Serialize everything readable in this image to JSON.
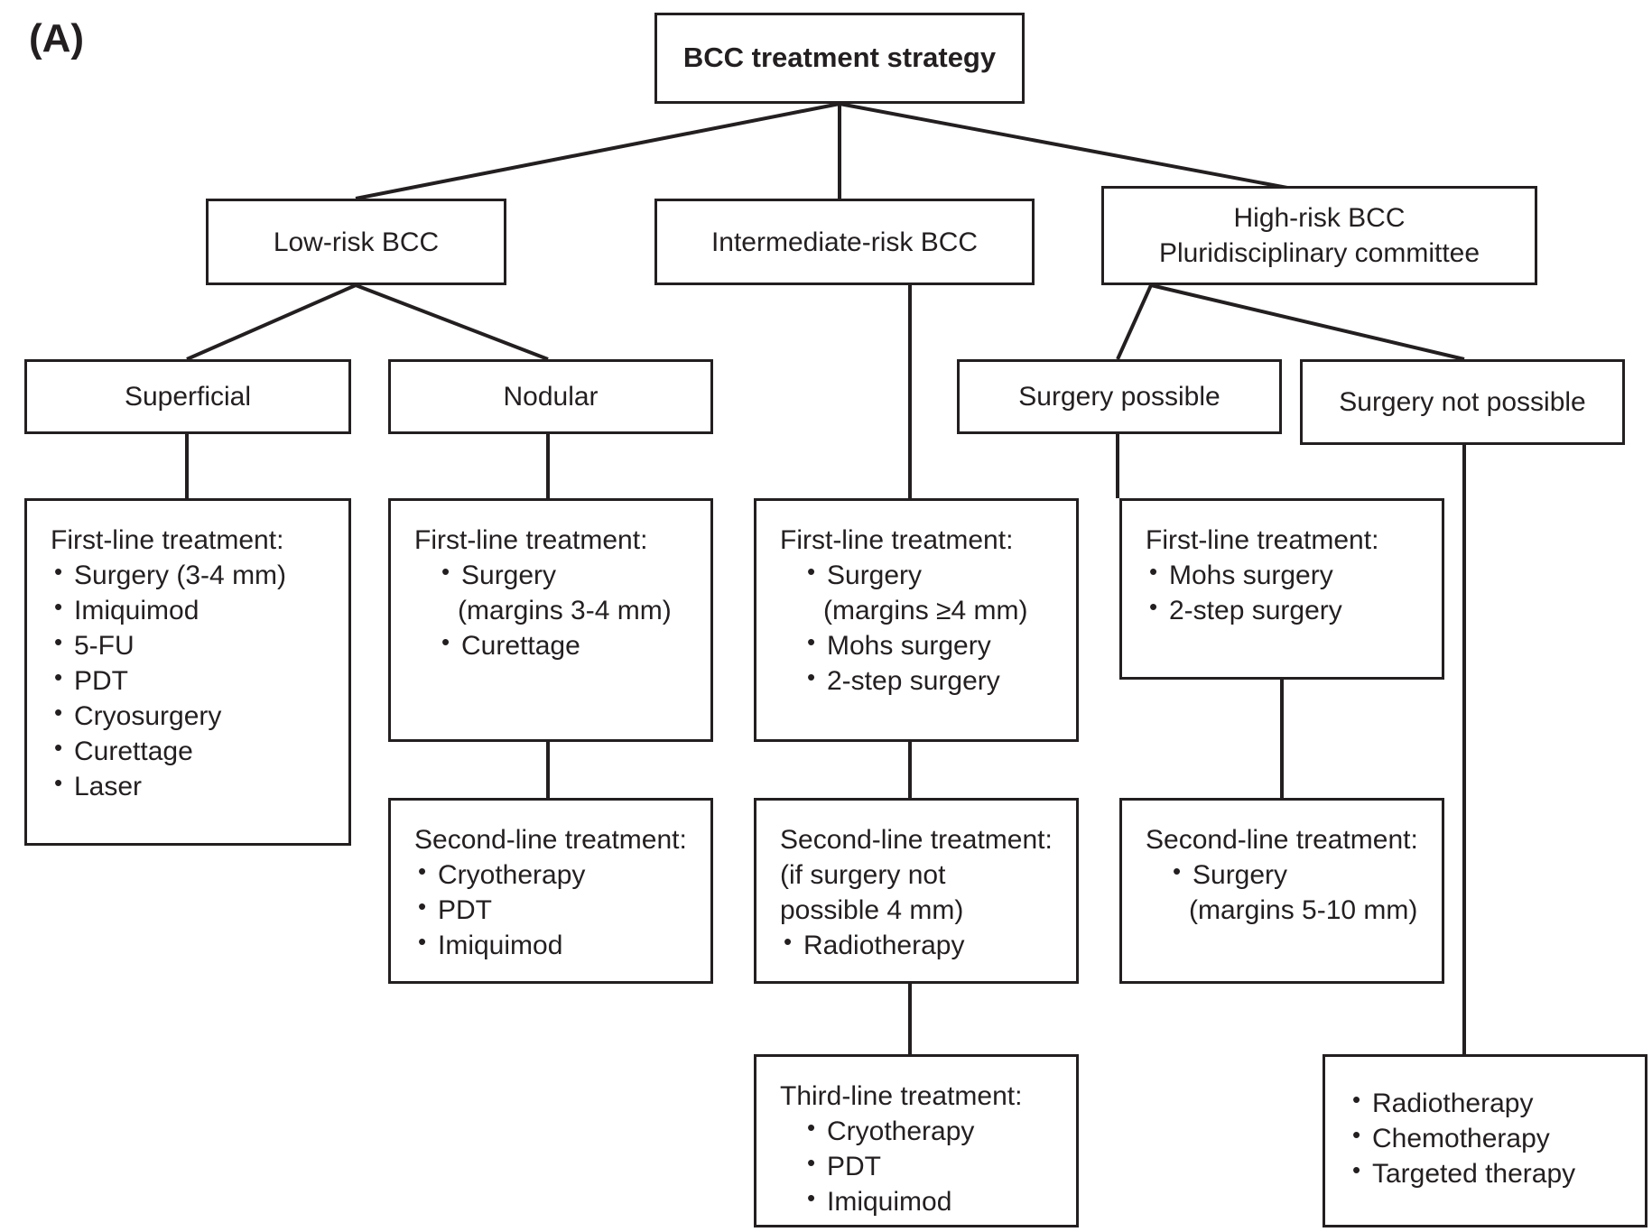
{
  "figure": {
    "panel_label": "(A)",
    "stroke_color": "#231f20",
    "background_color": "#ffffff"
  },
  "nodes": {
    "root": {
      "title": "BCC treatment strategy"
    },
    "low_risk": {
      "title": "Low-risk BCC"
    },
    "intermediate_risk": {
      "title": "Intermediate-risk BCC"
    },
    "high_risk": {
      "line1": "High-risk BCC",
      "line2": "Pluridisciplinary committee"
    },
    "superficial": {
      "title": "Superficial"
    },
    "nodular": {
      "title": "Nodular"
    },
    "surgery_possible": {
      "title": "Surgery possible"
    },
    "surgery_not_possible": {
      "title": "Surgery not possible"
    },
    "superficial_first_line": {
      "header": "First-line treatment:",
      "items": [
        "Surgery (3-4 mm)",
        "Imiquimod",
        "5-FU",
        "PDT",
        "Cryosurgery",
        "Curettage",
        "Laser"
      ]
    },
    "nodular_first_line": {
      "header": "First-line treatment:",
      "items": [
        "Surgery",
        "(margins 3-4 mm)",
        "Curettage"
      ],
      "continuation_flags": [
        false,
        true,
        false
      ]
    },
    "nodular_second_line": {
      "header": "Second-line treatment:",
      "items": [
        "Cryotherapy",
        "PDT",
        "Imiquimod"
      ]
    },
    "intermediate_first_line": {
      "header": "First-line treatment:",
      "items": [
        "Surgery",
        "(margins ≥4 mm)",
        "Mohs surgery",
        "2-step surgery"
      ],
      "continuation_flags": [
        false,
        true,
        false,
        false
      ]
    },
    "intermediate_second_line": {
      "header_line1": "Second-line treatment:",
      "header_line2": "(if surgery not",
      "header_line3": "possible 4 mm)",
      "items": [
        "Radiotherapy"
      ]
    },
    "intermediate_third_line": {
      "header": "Third-line treatment:",
      "items": [
        "Cryotherapy",
        "PDT",
        "Imiquimod"
      ]
    },
    "high_risk_first_line": {
      "header": "First-line treatment:",
      "items": [
        "Mohs surgery",
        "2-step surgery"
      ]
    },
    "high_risk_second_line": {
      "header": "Second-line treatment:",
      "items": [
        "Surgery",
        "(margins 5-10 mm)"
      ],
      "continuation_flags": [
        false,
        true
      ]
    },
    "non_surgical": {
      "items": [
        "Radiotherapy",
        "Chemotherapy",
        "Targeted therapy"
      ]
    }
  }
}
